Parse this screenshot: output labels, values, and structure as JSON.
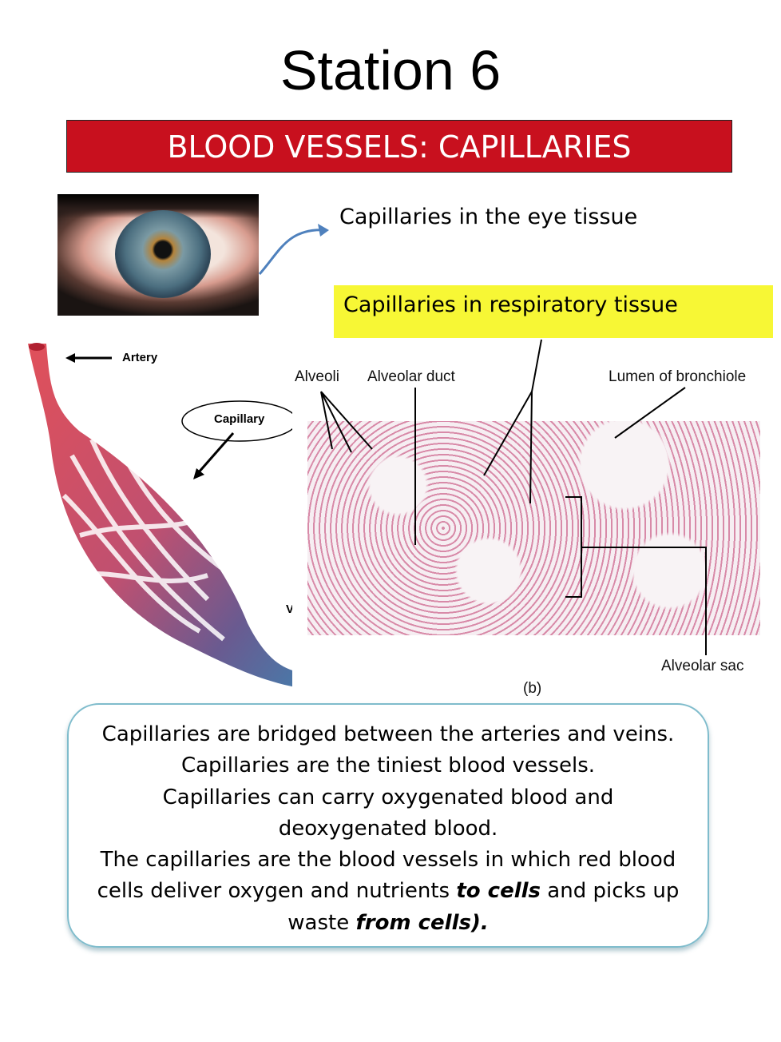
{
  "title": "Station 6",
  "banner": "BLOOD VESSELS: CAPILLARIES",
  "eye_label": "Capillaries in the eye tissue",
  "resp_label": "Capillaries in respiratory tissue",
  "diagram": {
    "artery": "Artery",
    "capillary": "Capillary",
    "vein_partial": "V"
  },
  "micrograph": {
    "alveoli": "Alveoli",
    "alveolar_duct": "Alveolar duct",
    "lumen": "Lumen of bronchiole",
    "alveolar_sac": "Alveolar sac",
    "panel": "(b)"
  },
  "body": {
    "line1": "Capillaries are bridged between the arteries and veins.",
    "line2": "Capillaries are the tiniest blood vessels.",
    "line3": "Capillaries can carry oxygenated blood and",
    "line4": "deoxygenated blood.",
    "line5": "The capillaries are the blood vessels in which red blood",
    "line6a": "cells deliver oxygen and nutrients ",
    "line6b": "to cells",
    "line6c": " and picks up",
    "line7a": "waste ",
    "line7b": "from cells)."
  }
}
